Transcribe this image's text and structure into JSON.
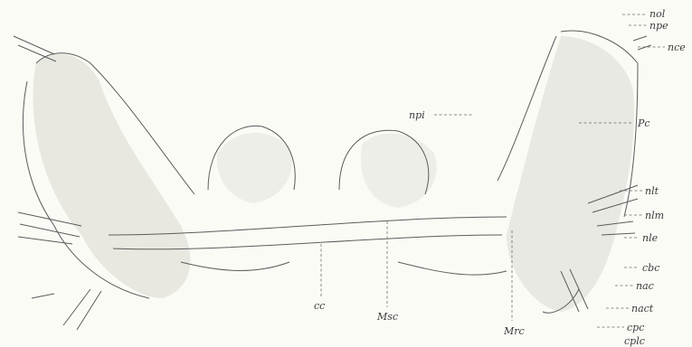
{
  "figure": {
    "labels": {
      "nol": "nol",
      "npe": "npe",
      "nce": "nce",
      "npi": "npi",
      "pc": "Pc",
      "nlt": "nlt",
      "nlm": "nlm",
      "nle": "nle",
      "cbc": "cbc",
      "nac": "nac",
      "nact": "nact",
      "cpc": "cpc",
      "cplc": "cplc",
      "cc": "cc",
      "msc": "Msc",
      "mrc": "Mrc"
    }
  }
}
